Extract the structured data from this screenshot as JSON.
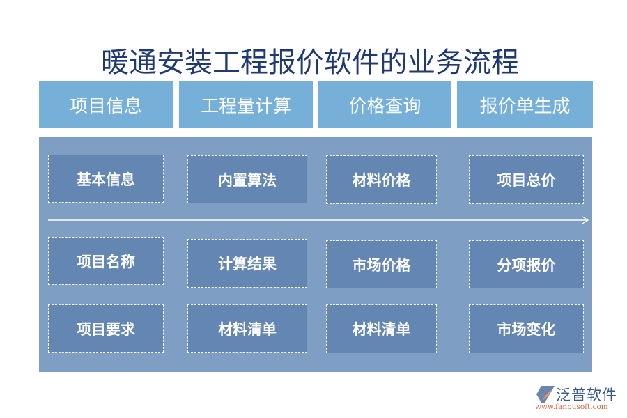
{
  "title": "暖通安装工程报价软件的业务流程",
  "columns": [
    {
      "header": "项目信息",
      "items": [
        "基本信息",
        "项目名称",
        "项目要求"
      ]
    },
    {
      "header": "工程量计算",
      "items": [
        "内置算法",
        "计算结果",
        "材料清单"
      ]
    },
    {
      "header": "价格查询",
      "items": [
        "材料价格",
        "市场价格",
        "材料清单"
      ]
    },
    {
      "header": "报价单生成",
      "items": [
        "项目总价",
        "分项报价",
        "市场变化"
      ]
    }
  ],
  "flow_arrow": "arrow-right-icon",
  "logo": {
    "name": "泛普软件",
    "url": "www.fanpusoft.com"
  },
  "colors": {
    "header_bg": "#76b0d8",
    "panel_bg": "#7f9ec4",
    "box_bg": "#6386b3",
    "title": "#1f3a73"
  }
}
